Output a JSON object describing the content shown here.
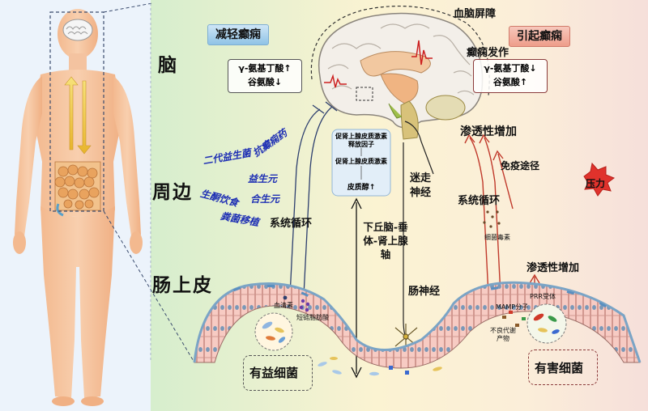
{
  "regions": {
    "brain": "脑",
    "periphery": "周边",
    "epithelium": "肠上皮"
  },
  "brain_labels": {
    "bbb": "血脑屏障",
    "reduce_epilepsy": "减轻癫痫",
    "cause_epilepsy": "引起癫痫",
    "seizure": "癫痫发作",
    "gaba_up": "γ-氨基丁酸↑",
    "glu_down": "谷氨酸↓",
    "gaba_down": "γ-氨基丁酸↓",
    "glu_up": "谷氨酸↑"
  },
  "hpa_box": {
    "crh": "促肾上腺皮质激素释放因子",
    "acth": "促肾上腺皮质激素",
    "cortisol": "皮质醇↑"
  },
  "middle_labels": {
    "vagus": "迷走神经",
    "hpa_axis": "下丘脑-垂体-肾上腺轴",
    "enteric": "肠神经",
    "circulation_left": "系统循环",
    "circulation_right": "系统循环",
    "permeability_top": "渗透性增加",
    "permeability_bottom": "渗透性增加",
    "immune": "免疫途径",
    "stress": "压力",
    "toxin": "细菌毒素"
  },
  "interventions": {
    "probiotics2": "二代益生菌",
    "antiepileptic": "抗癫痫药",
    "prebiotic": "益生元",
    "ketogenic": "生酮饮食",
    "synbiotic": "合生元",
    "fmt": "粪菌移植"
  },
  "gut_labels": {
    "serotonin": "血清素",
    "scfa": "短链脂肪酸",
    "prr": "PRR受体",
    "mamp": "MAMP分子",
    "bad_metabolites": "不良代谢产物",
    "good_bacteria": "有益细菌",
    "bad_bacteria": "有害细菌"
  },
  "colors": {
    "left_panel": "#ecf3fb",
    "gradient_green": "#d8efcf",
    "gradient_yellow": "#fbf2d0",
    "gradient_pink": "#f6e1dc",
    "arrow_red": "#c0392b",
    "arrow_blue": "#2c3e6e",
    "stress_red": "#e0322c"
  }
}
